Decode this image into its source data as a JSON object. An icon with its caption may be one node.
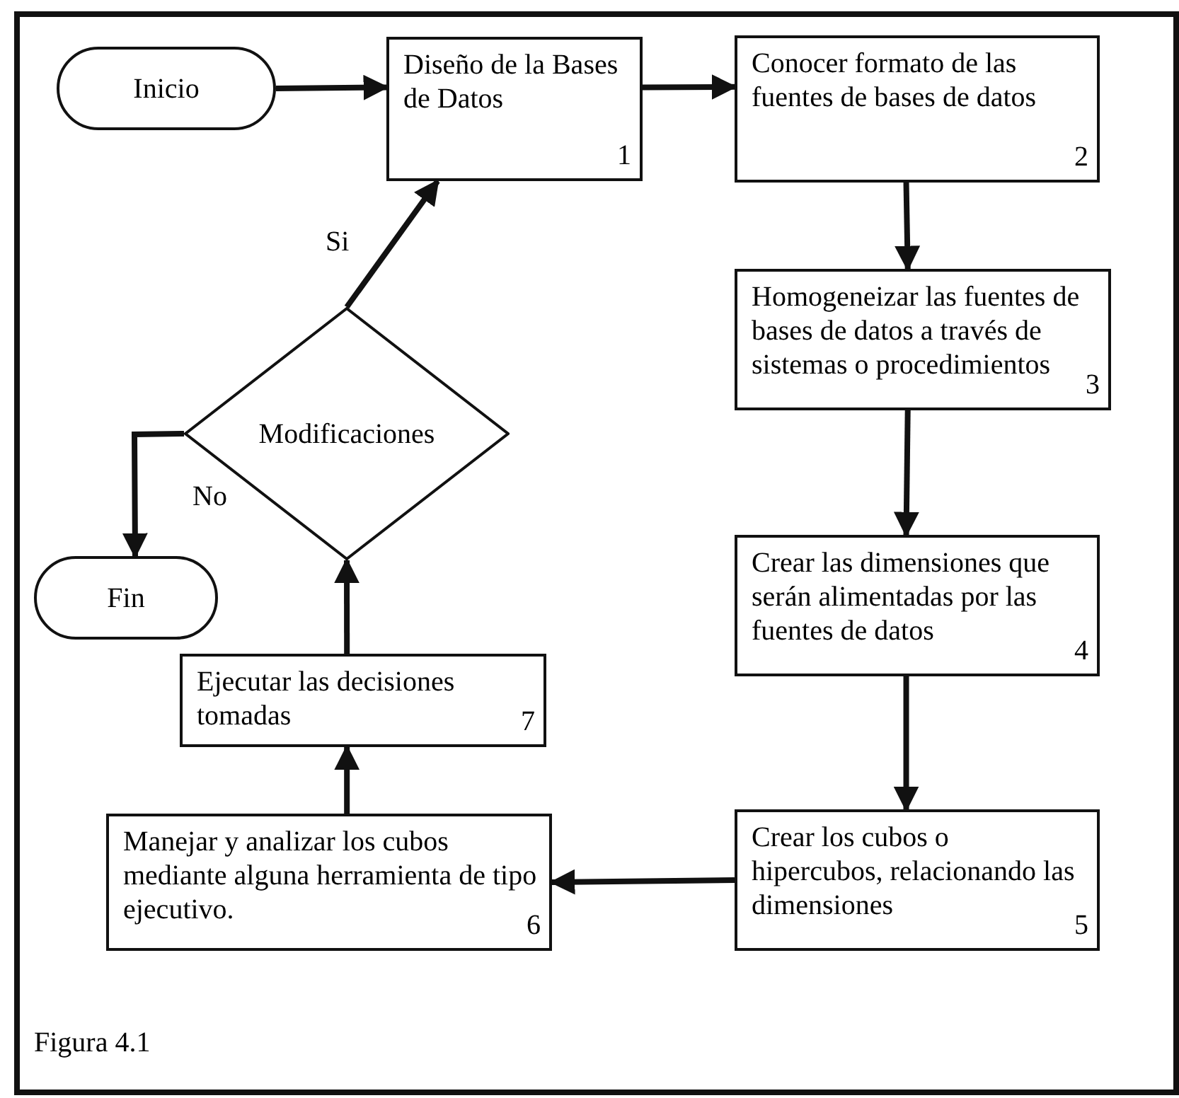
{
  "diagram": {
    "caption": "Figura 4.1",
    "nodes": [
      {
        "text": [
          "Inicio"
        ]
      },
      {
        "text": [
          "Diseño de la Bases de Datos",
          "1"
        ]
      },
      {
        "text": [
          "Conocer formato de las fuentes de bases de datos",
          "2"
        ]
      },
      {
        "text": [
          "Homogeneizar las fuentes de bases de datos a través de sistemas o procedimientos",
          "3"
        ]
      },
      {
        "text": [
          "Crear las dimensiones que serán alimentadas por las fuentes de datos",
          "4"
        ]
      },
      {
        "text": [
          "Crear los cubos o hipercubos, relacionando las dimensiones",
          "5"
        ]
      },
      {
        "text": [
          "Manejar y analizar los cubos mediante alguna herramienta de tipo ejecutivo.",
          "6"
        ]
      },
      {
        "text": [
          "Ejecutar las decisiones tomadas",
          "7"
        ]
      },
      {
        "text": [
          "Modificaciones"
        ]
      },
      {
        "text": [
          "Fin"
        ]
      }
    ],
    "edges": [
      {
        "from": 0,
        "to": 1,
        "arrow": "to"
      },
      {
        "from": 1,
        "to": 2,
        "arrow": "to"
      },
      {
        "from": 2,
        "to": 3,
        "arrow": "to"
      },
      {
        "from": 3,
        "to": 4,
        "arrow": "to"
      },
      {
        "from": 4,
        "to": 5,
        "arrow": "to"
      },
      {
        "from": 5,
        "to": 6,
        "arrow": "to"
      },
      {
        "from": 6,
        "to": 7,
        "arrow": "to"
      },
      {
        "from": 7,
        "to": 8,
        "arrow": "to"
      },
      {
        "from": 8,
        "to": 1,
        "arrow": "to",
        "label": "Si"
      },
      {
        "from": 8,
        "to": 9,
        "arrow": "to",
        "label": "No"
      }
    ]
  }
}
